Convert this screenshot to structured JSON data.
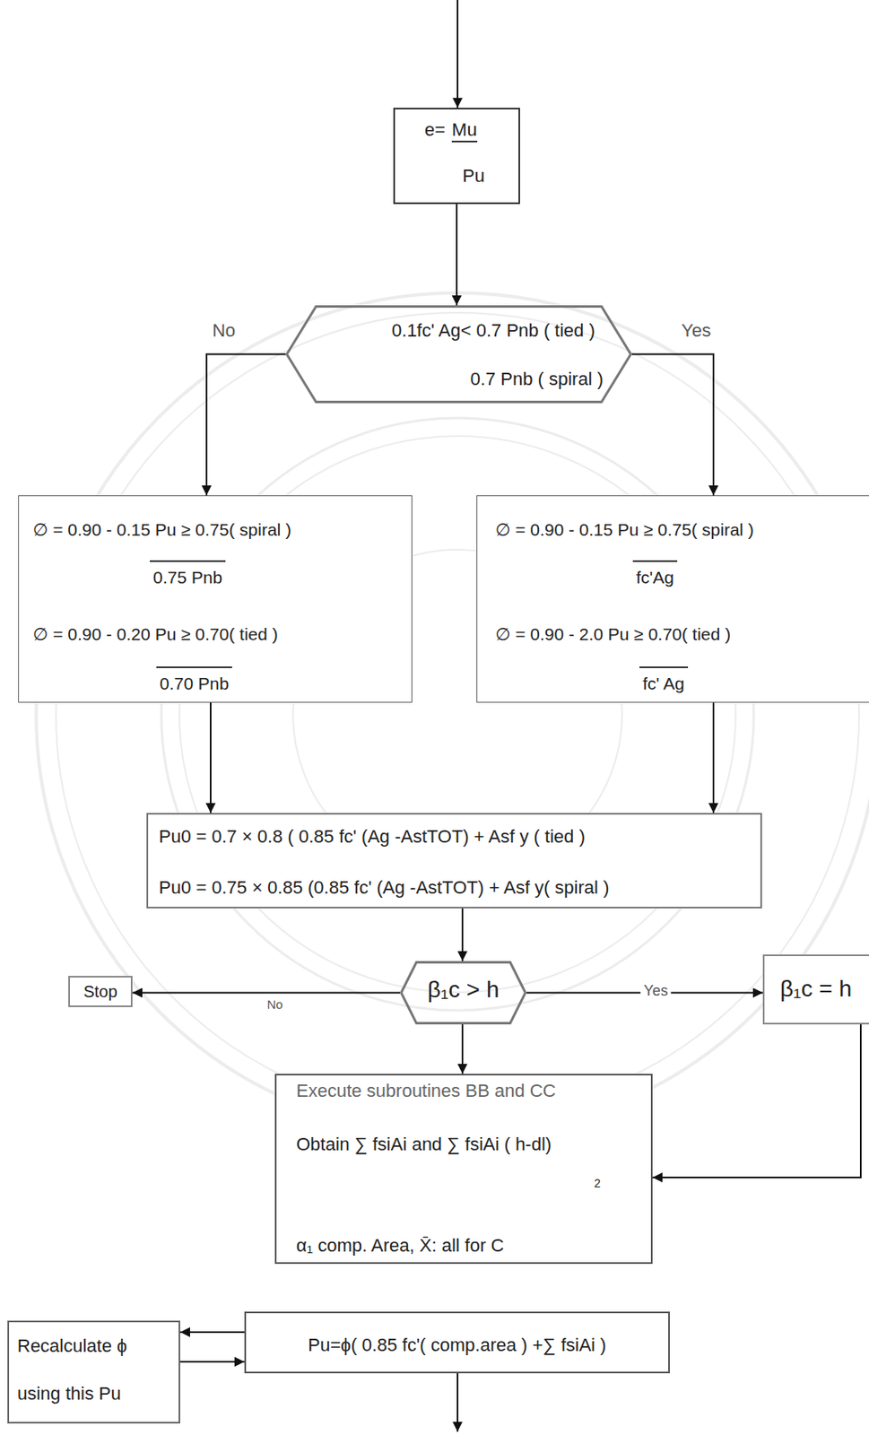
{
  "diagram": {
    "nodes": [
      {
        "text": [
          "e=",
          "Mu",
          "Pu"
        ]
      },
      {
        "text": [
          "0.1fc' Ag< 0.7 Pnb ( tied )",
          "0.7 Pnb ( spiral )"
        ]
      },
      {
        "text": [
          "∅ = 0.90 - 0.15 Pu ≥ 0.75( spiral )",
          "0.75 Pnb",
          "∅ = 0.90 - 0.20 Pu ≥ 0.70( tied )",
          "0.70 Pnb"
        ]
      },
      {
        "text": [
          "∅ = 0.90 - 0.15 Pu ≥ 0.75( spiral )",
          "fc'Ag",
          "∅ = 0.90 - 2.0 Pu ≥ 0.70( tied )",
          "fc' Ag"
        ]
      },
      {
        "text": [
          "Pu0 = 0.7 × 0.8 ( 0.85 fc' (Ag -AstTOT) + Asf y ( tied )",
          "Pu0 = 0.75 × 0.85 (0.85 fc' (Ag -AstTOT) + Asf y( spiral )"
        ]
      },
      {
        "text": [
          "Stop"
        ]
      },
      {
        "text": [
          "β₁c > h"
        ]
      },
      {
        "text": [
          "β₁c = h"
        ]
      },
      {
        "text": [
          "Execute subroutines BB and CC",
          "Obtain ∑ fsiAi and ∑ fsiAi ( h-dl)",
          "2",
          "α₁ comp. Area, X̄: all for C"
        ]
      },
      {
        "text": [
          "Recalculate ϕ using this Pu"
        ]
      },
      {
        "text": [
          "Pu=ϕ( 0.85 fc'( comp.area ) +∑ fsiAi )"
        ]
      }
    ],
    "edges": [
      {
        "from": 0,
        "to": 1,
        "arrow": "to"
      },
      {
        "from": 1,
        "to": 2,
        "label": "No",
        "arrow": "to"
      },
      {
        "from": 1,
        "to": 3,
        "label": "Yes",
        "arrow": "to"
      },
      {
        "from": 2,
        "to": 4,
        "arrow": "to"
      },
      {
        "from": 3,
        "to": 4,
        "arrow": "to"
      },
      {
        "from": 4,
        "to": 6,
        "arrow": "to"
      },
      {
        "from": 6,
        "to": 5,
        "label": "No",
        "arrow": "to"
      },
      {
        "from": 6,
        "to": 7,
        "label": "Yes",
        "arrow": "to"
      },
      {
        "from": 6,
        "to": 8,
        "arrow": "to"
      },
      {
        "from": 7,
        "to": 8,
        "arrow": "to"
      },
      {
        "from": 10,
        "to": 9,
        "arrow": "to"
      },
      {
        "from": 9,
        "to": 10,
        "arrow": "to"
      }
    ]
  }
}
